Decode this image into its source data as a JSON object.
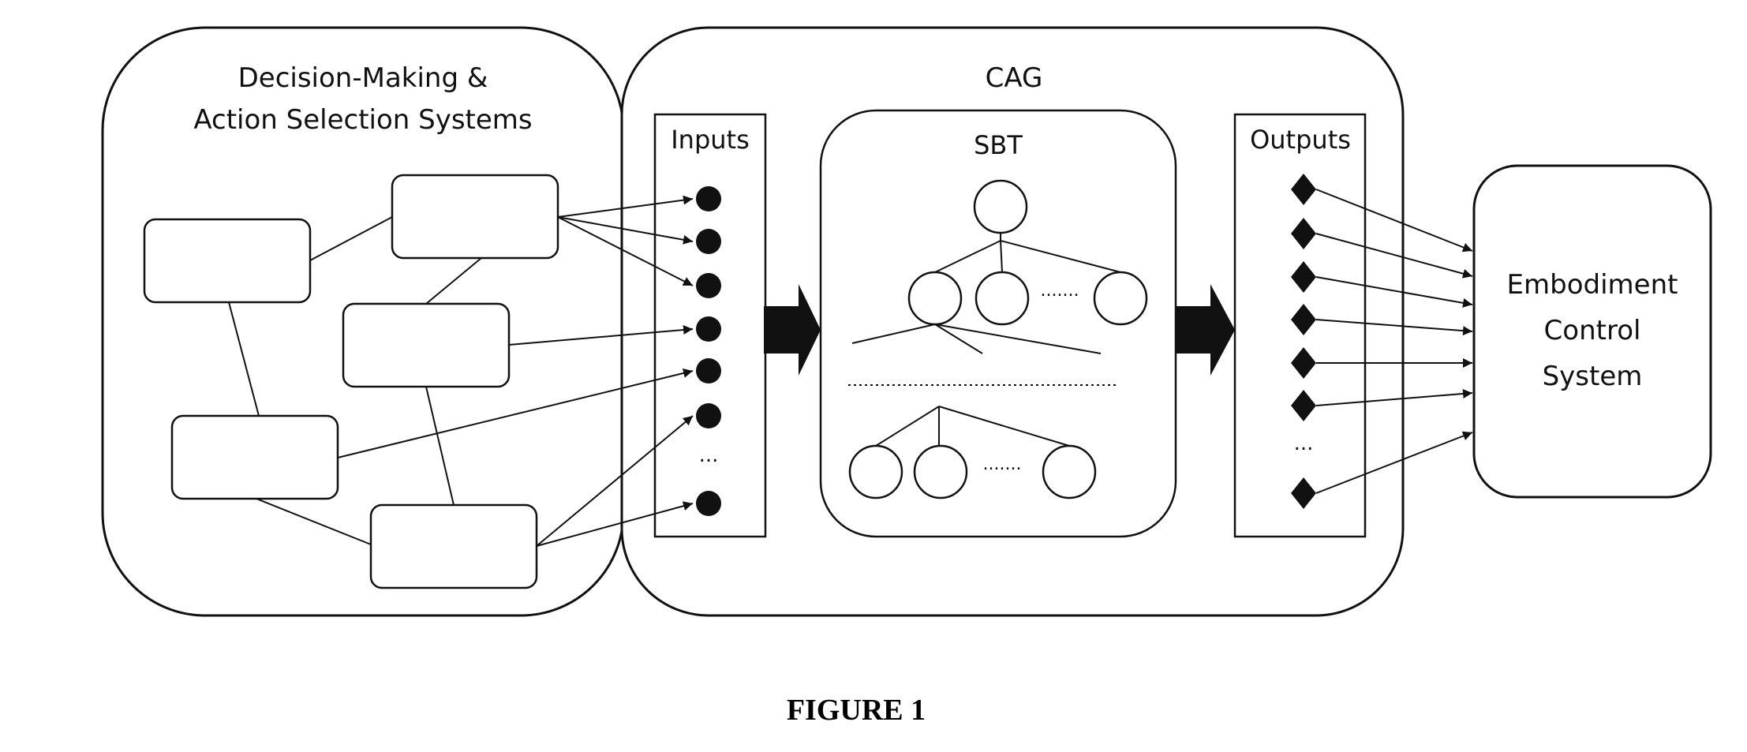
{
  "dm_panel": {
    "title_line1": "Decision-Making &",
    "title_line2": "Action Selection Systems"
  },
  "cag_panel": {
    "title": "CAG"
  },
  "inputs": {
    "title": "Inputs",
    "ellipsis": "..."
  },
  "sbt": {
    "title": "SBT",
    "ellipsis_row1": ".......",
    "ellipsis_row2": "......."
  },
  "outputs": {
    "title": "Outputs",
    "ellipsis": "..."
  },
  "embodiment": {
    "line1": "Embodiment",
    "line2": "Control",
    "line3": "System"
  },
  "caption": "FIGURE 1"
}
